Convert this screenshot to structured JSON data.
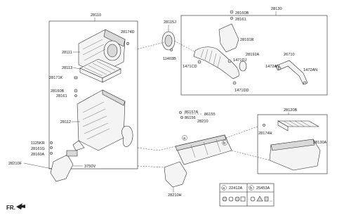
{
  "diagram": {
    "group_labels": {
      "left": "28110",
      "upper_right": "28130",
      "right": "28120B",
      "center": "28210"
    },
    "part_labels": {
      "p28111": "28111",
      "p28174D": "28174D",
      "p28113": "28113",
      "p28171K": "28171K",
      "p28160B_l": "28160B",
      "p28161_l": "28161",
      "p28112": "28112",
      "p1125KR": "1125KR",
      "p28161G": "28161G",
      "p28160A": "28160A",
      "p3750V": "3750V",
      "p28210F": "28210F",
      "p28115J": "28115J",
      "p11403B": "11403B",
      "p28160B_r": "28160B",
      "p28161_r": "28161",
      "p28191R": "28191R",
      "p1471CD": "1471CD",
      "p28192A": "28192A",
      "p1471DJ": "1471DJ",
      "p1471DD": "1471DD",
      "p26710": "26710",
      "p1472AN_a": "1472AN",
      "p1472AN_b": "1472AN",
      "p86157A": "86157A",
      "p86155": "86155",
      "p86156": "86156",
      "p28174H": "28174H",
      "p28130A": "28130A",
      "p28210H": "28210H"
    },
    "callouts": {
      "a": "a",
      "b": "b"
    },
    "legend": {
      "a_code": "22412A",
      "b_code": "25453A"
    },
    "fr_label": "FR."
  }
}
